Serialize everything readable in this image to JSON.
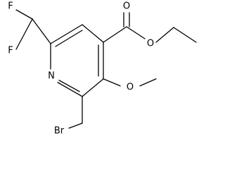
{
  "molecule": {
    "atoms": {
      "fluorine_top": "F",
      "fluorine_left": "F",
      "carbonyl_oxygen": "O",
      "ester_oxygen": "O",
      "ring_nitrogen": "N",
      "methoxy_oxygen": "O",
      "bromine": "Br"
    }
  }
}
